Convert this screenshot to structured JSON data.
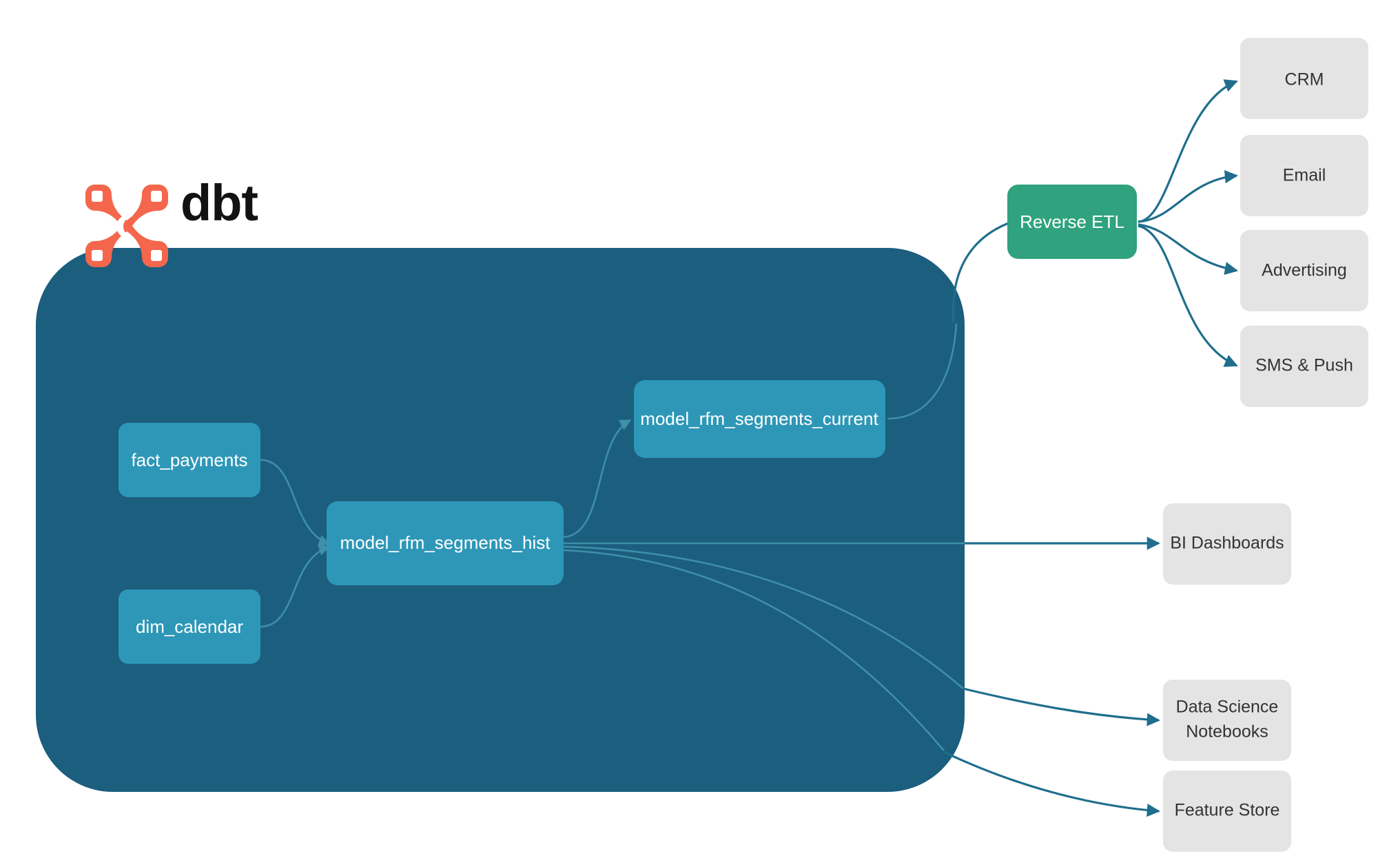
{
  "brand": {
    "logo_icon": "dbt-x-logo-icon",
    "wordmark": "dbt",
    "logo_color": "#F4674D",
    "wordmark_color": "#121212"
  },
  "colors": {
    "container_fill": "#1B5E7E",
    "model_fill": "#2E97B7",
    "reverse_etl_fill": "#30A37E",
    "destination_fill": "#E4E4E4",
    "edge_outer": "#1F6E8C",
    "edge_inner": "#3E8FA8",
    "canvas": "#FFFFFF"
  },
  "container": {
    "name": "dbt-project-container"
  },
  "models": [
    {
      "id": "fact_payments",
      "label": "fact_payments"
    },
    {
      "id": "dim_calendar",
      "label": "dim_calendar"
    },
    {
      "id": "model_rfm_segments_hist",
      "label": "model_rfm_segments_hist"
    },
    {
      "id": "model_rfm_segments_current",
      "label": "model_rfm_segments_current"
    }
  ],
  "reverse_etl": {
    "id": "reverse_etl",
    "label": "Reverse ETL"
  },
  "activation_destinations": [
    {
      "id": "crm",
      "label": "CRM"
    },
    {
      "id": "email",
      "label": "Email"
    },
    {
      "id": "advertising",
      "label": "Advertising"
    },
    {
      "id": "sms_push",
      "label": "SMS & Push"
    }
  ],
  "analytics_destinations": [
    {
      "id": "bi_dashboards",
      "label": "BI Dashboards",
      "line1": "BI Dashboards",
      "line2": ""
    },
    {
      "id": "data_science_notebooks",
      "label": "Data Science Notebooks",
      "line1": "Data Science",
      "line2": "Notebooks"
    },
    {
      "id": "feature_store",
      "label": "Feature Store",
      "line1": "Feature Store",
      "line2": ""
    }
  ]
}
